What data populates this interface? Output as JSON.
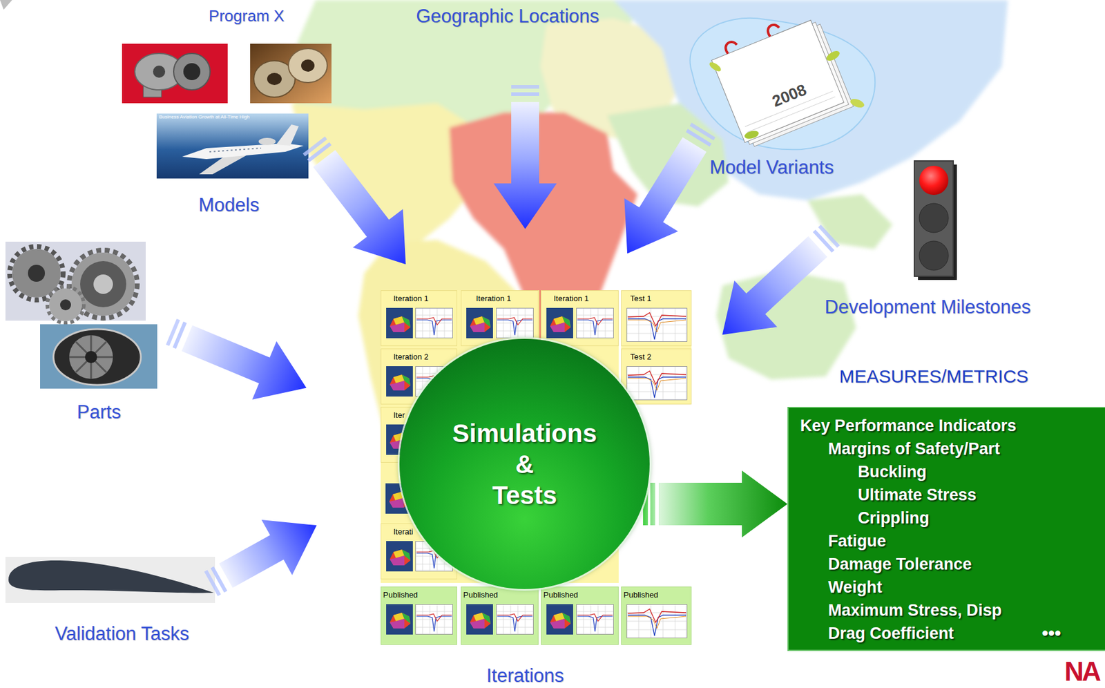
{
  "diagram": {
    "nodes": [
      {
        "text": [
          "Iteration 1"
        ]
      },
      {
        "text": [
          "Iteration 1"
        ]
      },
      {
        "text": [
          "Iteration 1"
        ]
      },
      {
        "text": [
          "Test 1"
        ]
      },
      {
        "text": [
          "Iteration 2"
        ]
      },
      {
        "text": [
          "Test 2"
        ]
      },
      {
        "text": [
          "Iter"
        ]
      },
      {
        "text": [
          "Iterati"
        ]
      },
      {
        "text": [
          "Published"
        ]
      },
      {
        "text": [
          "Published"
        ]
      },
      {
        "text": [
          "Published"
        ]
      },
      {
        "text": [
          "Published"
        ]
      },
      {
        "text": [
          "Simulations & Tests"
        ]
      },
      {
        "text": [
          "Key Performance Indicators",
          "Margins of Safety/Part",
          "Buckling",
          "Ultimate Stress",
          "Crippling",
          "Fatigue",
          "Damage Tolerance",
          "Weight",
          "Maximum Stress, Disp",
          "Drag Coefficient",
          "•••"
        ]
      }
    ],
    "edges": [
      {
        "from": 12,
        "to": 13,
        "arrow": "to"
      }
    ],
    "labels": [
      "Program X",
      "Geographic Locations",
      "2008",
      "Business Aviation Growth at All-Time High",
      "Models",
      "Model Variants",
      "Development Milestones",
      "Parts",
      "MEASURES/METRICS",
      "Validation Tasks",
      "Iterations",
      "NA"
    ]
  }
}
